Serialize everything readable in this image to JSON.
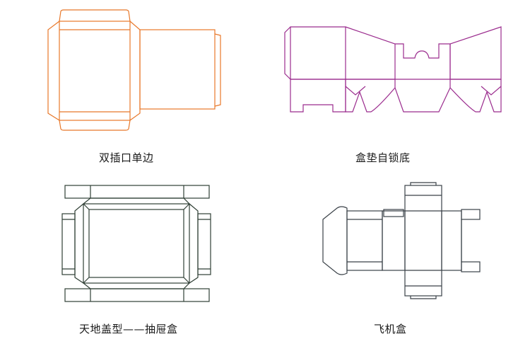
{
  "colors": {
    "orange": "#E8782A",
    "purple": "#9B2C8E",
    "dark_green": "#2F3F35",
    "slate": "#3A4148",
    "text": "#1a1a1a"
  },
  "diagrams": [
    {
      "id": "double-tuck-single-side",
      "caption": "双插口单边",
      "stroke_color": "#E8782A"
    },
    {
      "id": "crash-lock-bottom",
      "caption": "盒垫自锁底",
      "stroke_color": "#9B2C8E"
    },
    {
      "id": "lid-base-drawer",
      "caption": "天地盖型——抽屉盒",
      "stroke_color": "#2F3F35"
    },
    {
      "id": "airplane-box",
      "caption": "飞机盒",
      "stroke_color": "#3A4148"
    }
  ]
}
